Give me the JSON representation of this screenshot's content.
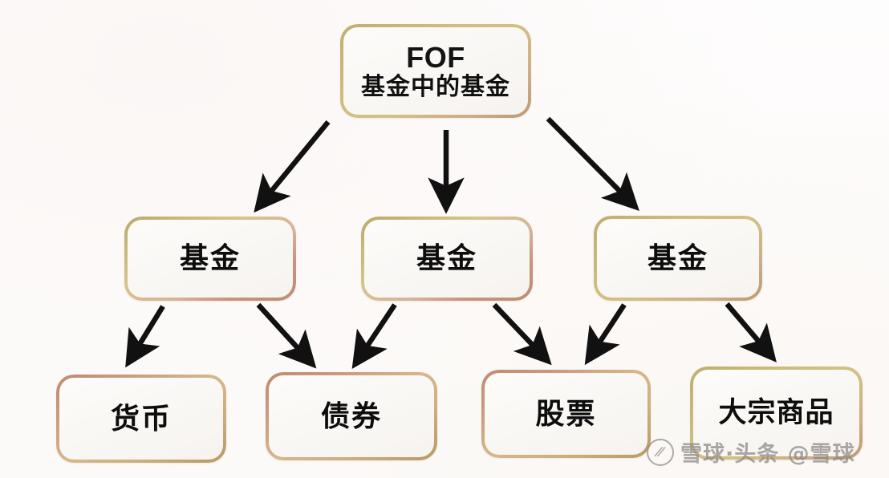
{
  "diagram": {
    "title_text": "FOF 基金中的基金",
    "background_color": "#fdfcfc",
    "border_accent_color": "#c9b87a",
    "arrow_color": "#111111",
    "levels": [
      {
        "name": "level-1",
        "nodes": [
          {
            "id": "fof",
            "line1": "FOF",
            "line2": "基金中的基金"
          }
        ]
      },
      {
        "name": "level-2",
        "nodes": [
          {
            "id": "fund-1",
            "label": "基金"
          },
          {
            "id": "fund-2",
            "label": "基金"
          },
          {
            "id": "fund-3",
            "label": "基金"
          }
        ]
      },
      {
        "name": "level-3",
        "nodes": [
          {
            "id": "asset-currency",
            "label": "货币"
          },
          {
            "id": "asset-bond",
            "label": "债券"
          },
          {
            "id": "asset-stock",
            "label": "股票"
          },
          {
            "id": "asset-commodity",
            "label": "大宗商品"
          }
        ]
      }
    ],
    "edges": [
      {
        "from": "fof",
        "to": "fund-1",
        "direction": "down-left"
      },
      {
        "from": "fof",
        "to": "fund-2",
        "direction": "down"
      },
      {
        "from": "fof",
        "to": "fund-3",
        "direction": "down-right"
      },
      {
        "from": "fund-1",
        "to": "asset-currency",
        "direction": "down-left"
      },
      {
        "from": "fund-1",
        "to": "asset-bond",
        "direction": "down-right"
      },
      {
        "from": "fund-2",
        "to": "asset-bond",
        "direction": "down-left"
      },
      {
        "from": "fund-2",
        "to": "asset-stock",
        "direction": "down-right"
      },
      {
        "from": "fund-3",
        "to": "asset-stock",
        "direction": "down-left"
      },
      {
        "from": "fund-3",
        "to": "asset-commodity",
        "direction": "down-right"
      }
    ]
  },
  "watermark": {
    "logo_glyph": "⁄⁄",
    "text": "雪球·头条 @雪球",
    "color": "#8a8785"
  }
}
